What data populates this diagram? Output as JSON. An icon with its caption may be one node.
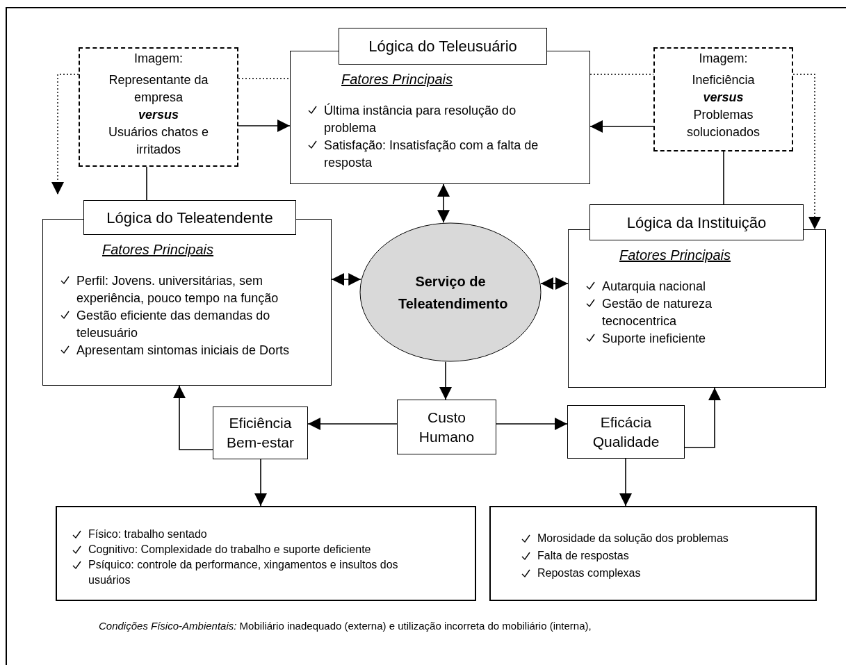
{
  "diagram": {
    "nodes": [
      {
        "text": [
          "Lógica do Teleusuário",
          "Fatores Principais",
          "Última instância para resolução do problema",
          "Satisfação: Insatisfação com a falta de resposta"
        ]
      },
      {
        "text": [
          "Imagem:",
          "Representante da empresa",
          "versus",
          "Usuários chatos e irritados"
        ]
      },
      {
        "text": [
          "Imagem:",
          "Ineficiência",
          "versus",
          "Problemas solucionados"
        ]
      },
      {
        "text": [
          "Lógica do Teleatendente",
          "Fatores Principais",
          "Perfil: Jovens. universitárias, sem experiência, pouco tempo na função",
          "Gestão eficiente das demandas do teleusuário",
          "Apresentam sintomas iniciais de Dorts"
        ]
      },
      {
        "text": [
          "Serviço de Teleatendimento"
        ]
      },
      {
        "text": [
          "Lógica da Instituição",
          "Fatores Principais",
          "Autarquia nacional",
          "Gestão de natureza tecnocentrica",
          "Suporte ineficiente"
        ]
      },
      {
        "text": [
          "Eficiência Bem-estar"
        ]
      },
      {
        "text": [
          "Custo Humano"
        ]
      },
      {
        "text": [
          "Eficácia Qualidade"
        ]
      },
      {
        "text": [
          "Físico: trabalho sentado",
          "Cognitivo: Complexidade do trabalho e suporte deficiente",
          "Psíquico: controle da performance, xingamentos e insultos dos usuários"
        ]
      },
      {
        "text": [
          "Morosidade da solução dos problemas",
          "Falta de respostas",
          "Repostas complexas"
        ]
      }
    ],
    "edges": [
      {
        "from": 1,
        "to": 0,
        "arrow": "to"
      },
      {
        "from": 2,
        "to": 0,
        "arrow": "to"
      },
      {
        "from": 1,
        "to": 0,
        "arrow": "none",
        "style": "dashed"
      },
      {
        "from": 0,
        "to": 2,
        "arrow": "none",
        "style": "dashed"
      },
      {
        "from": 1,
        "to": null,
        "arrow": "to",
        "style": "dashed"
      },
      {
        "from": 2,
        "to": 5,
        "arrow": "to",
        "style": "dashed"
      },
      {
        "from": 1,
        "to": 3,
        "arrow": "none"
      },
      {
        "from": 2,
        "to": 5,
        "arrow": "none"
      },
      {
        "from": 0,
        "to": 4,
        "arrow": "both"
      },
      {
        "from": 3,
        "to": 4,
        "arrow": "both"
      },
      {
        "from": 4,
        "to": 5,
        "arrow": "both"
      },
      {
        "from": 4,
        "to": 7,
        "arrow": "to"
      },
      {
        "from": 7,
        "to": 6,
        "arrow": "to"
      },
      {
        "from": 7,
        "to": 8,
        "arrow": "to"
      },
      {
        "from": 6,
        "to": 3,
        "arrow": "to"
      },
      {
        "from": 8,
        "to": 5,
        "arrow": "to"
      },
      {
        "from": 6,
        "to": 9,
        "arrow": "to"
      },
      {
        "from": 8,
        "to": 10,
        "arrow": "to"
      }
    ],
    "labels": [
      "*Condições Físico-Ambientais:* Mobiliário inadequado (externa) e utilização incorreta do mobiliário (interna),"
    ]
  }
}
